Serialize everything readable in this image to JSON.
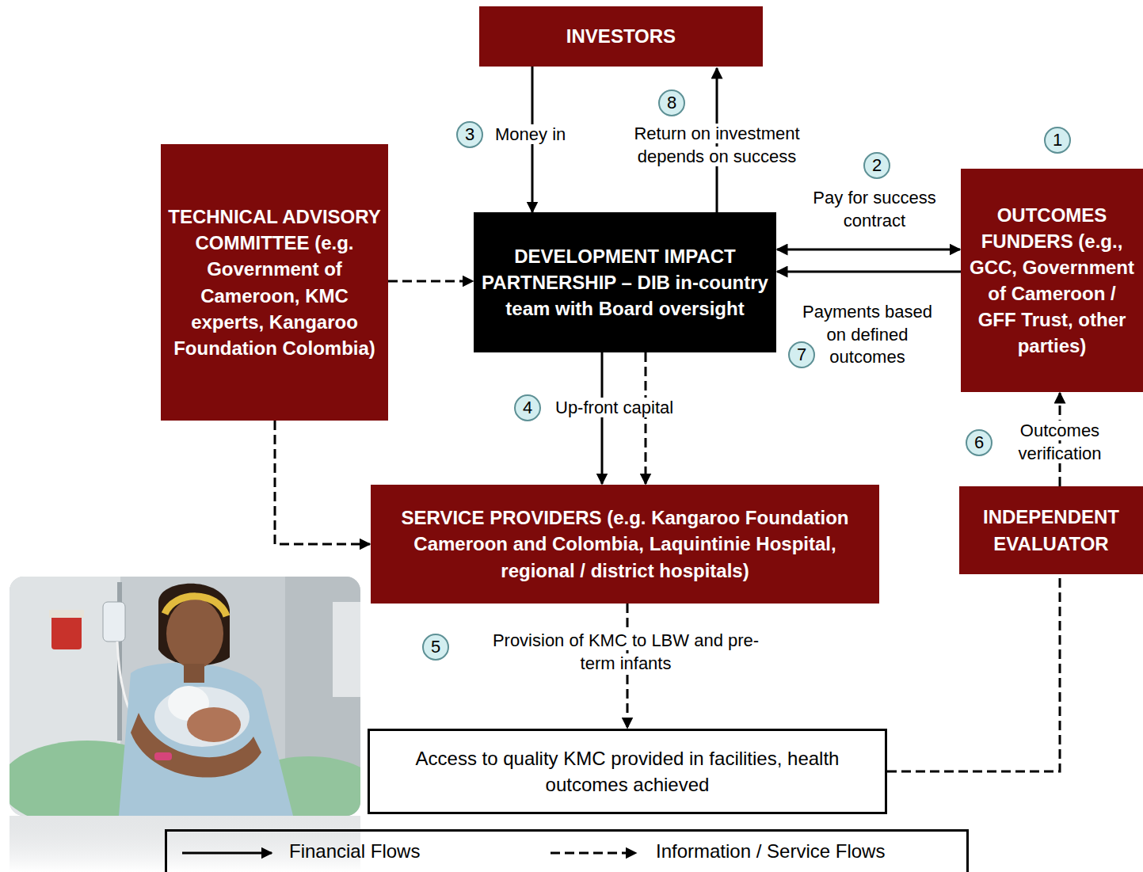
{
  "diagram": {
    "nodes": [
      {
        "text": [
          "INVESTORS"
        ]
      },
      {
        "text": [
          "TECHNICAL ADVISORY COMMITTEE (e.g. Government of Cameroon, KMC experts, Kangaroo Foundation Colombia)"
        ]
      },
      {
        "text": [
          "DEVELOPMENT IMPACT PARTNERSHIP – DIB in-country team with Board oversight"
        ]
      },
      {
        "text": [
          "OUTCOMES FUNDERS (e.g., GCC, Government of Cameroon / GFF Trust, other parties)"
        ]
      },
      {
        "text": [
          "SERVICE PROVIDERS (e.g. Kangaroo Foundation Cameroon and Colombia, Laquintinie Hospital, regional / district hospitals)"
        ]
      },
      {
        "text": [
          "INDEPENDENT EVALUATOR"
        ]
      },
      {
        "text": [
          "Access to quality KMC provided in facilities, health outcomes achieved"
        ]
      }
    ],
    "edges": [
      {
        "from": 0,
        "to": 2,
        "label": "Money in",
        "arrow": "to"
      },
      {
        "from": 2,
        "to": 0,
        "label": "Return on investment depends on success",
        "arrow": "to"
      },
      {
        "from": 2,
        "to": 3,
        "label": "Pay for success contract",
        "arrow": "both"
      },
      {
        "from": 3,
        "to": 2,
        "label": "Payments based on defined outcomes",
        "arrow": "to"
      },
      {
        "from": 1,
        "to": 2,
        "arrow": "to"
      },
      {
        "from": 1,
        "to": 4,
        "arrow": "to"
      },
      {
        "from": 2,
        "to": 4,
        "label": "Up-front capital",
        "arrow": "to"
      },
      {
        "from": 2,
        "to": 4,
        "arrow": "to"
      },
      {
        "from": 4,
        "to": 6,
        "label": "Provision of KMC to LBW and pre-term infants",
        "arrow": "to"
      },
      {
        "from": 6,
        "to": 5,
        "arrow": "none"
      },
      {
        "from": 5,
        "to": 3,
        "label": "Outcomes verification",
        "arrow": "to"
      }
    ],
    "labels": [
      "1",
      "2",
      "3",
      "4",
      "5",
      "6",
      "7",
      "8"
    ],
    "legend": [
      {
        "text": "Financial Flows"
      },
      {
        "text": "Information / Service Flows"
      }
    ]
  }
}
